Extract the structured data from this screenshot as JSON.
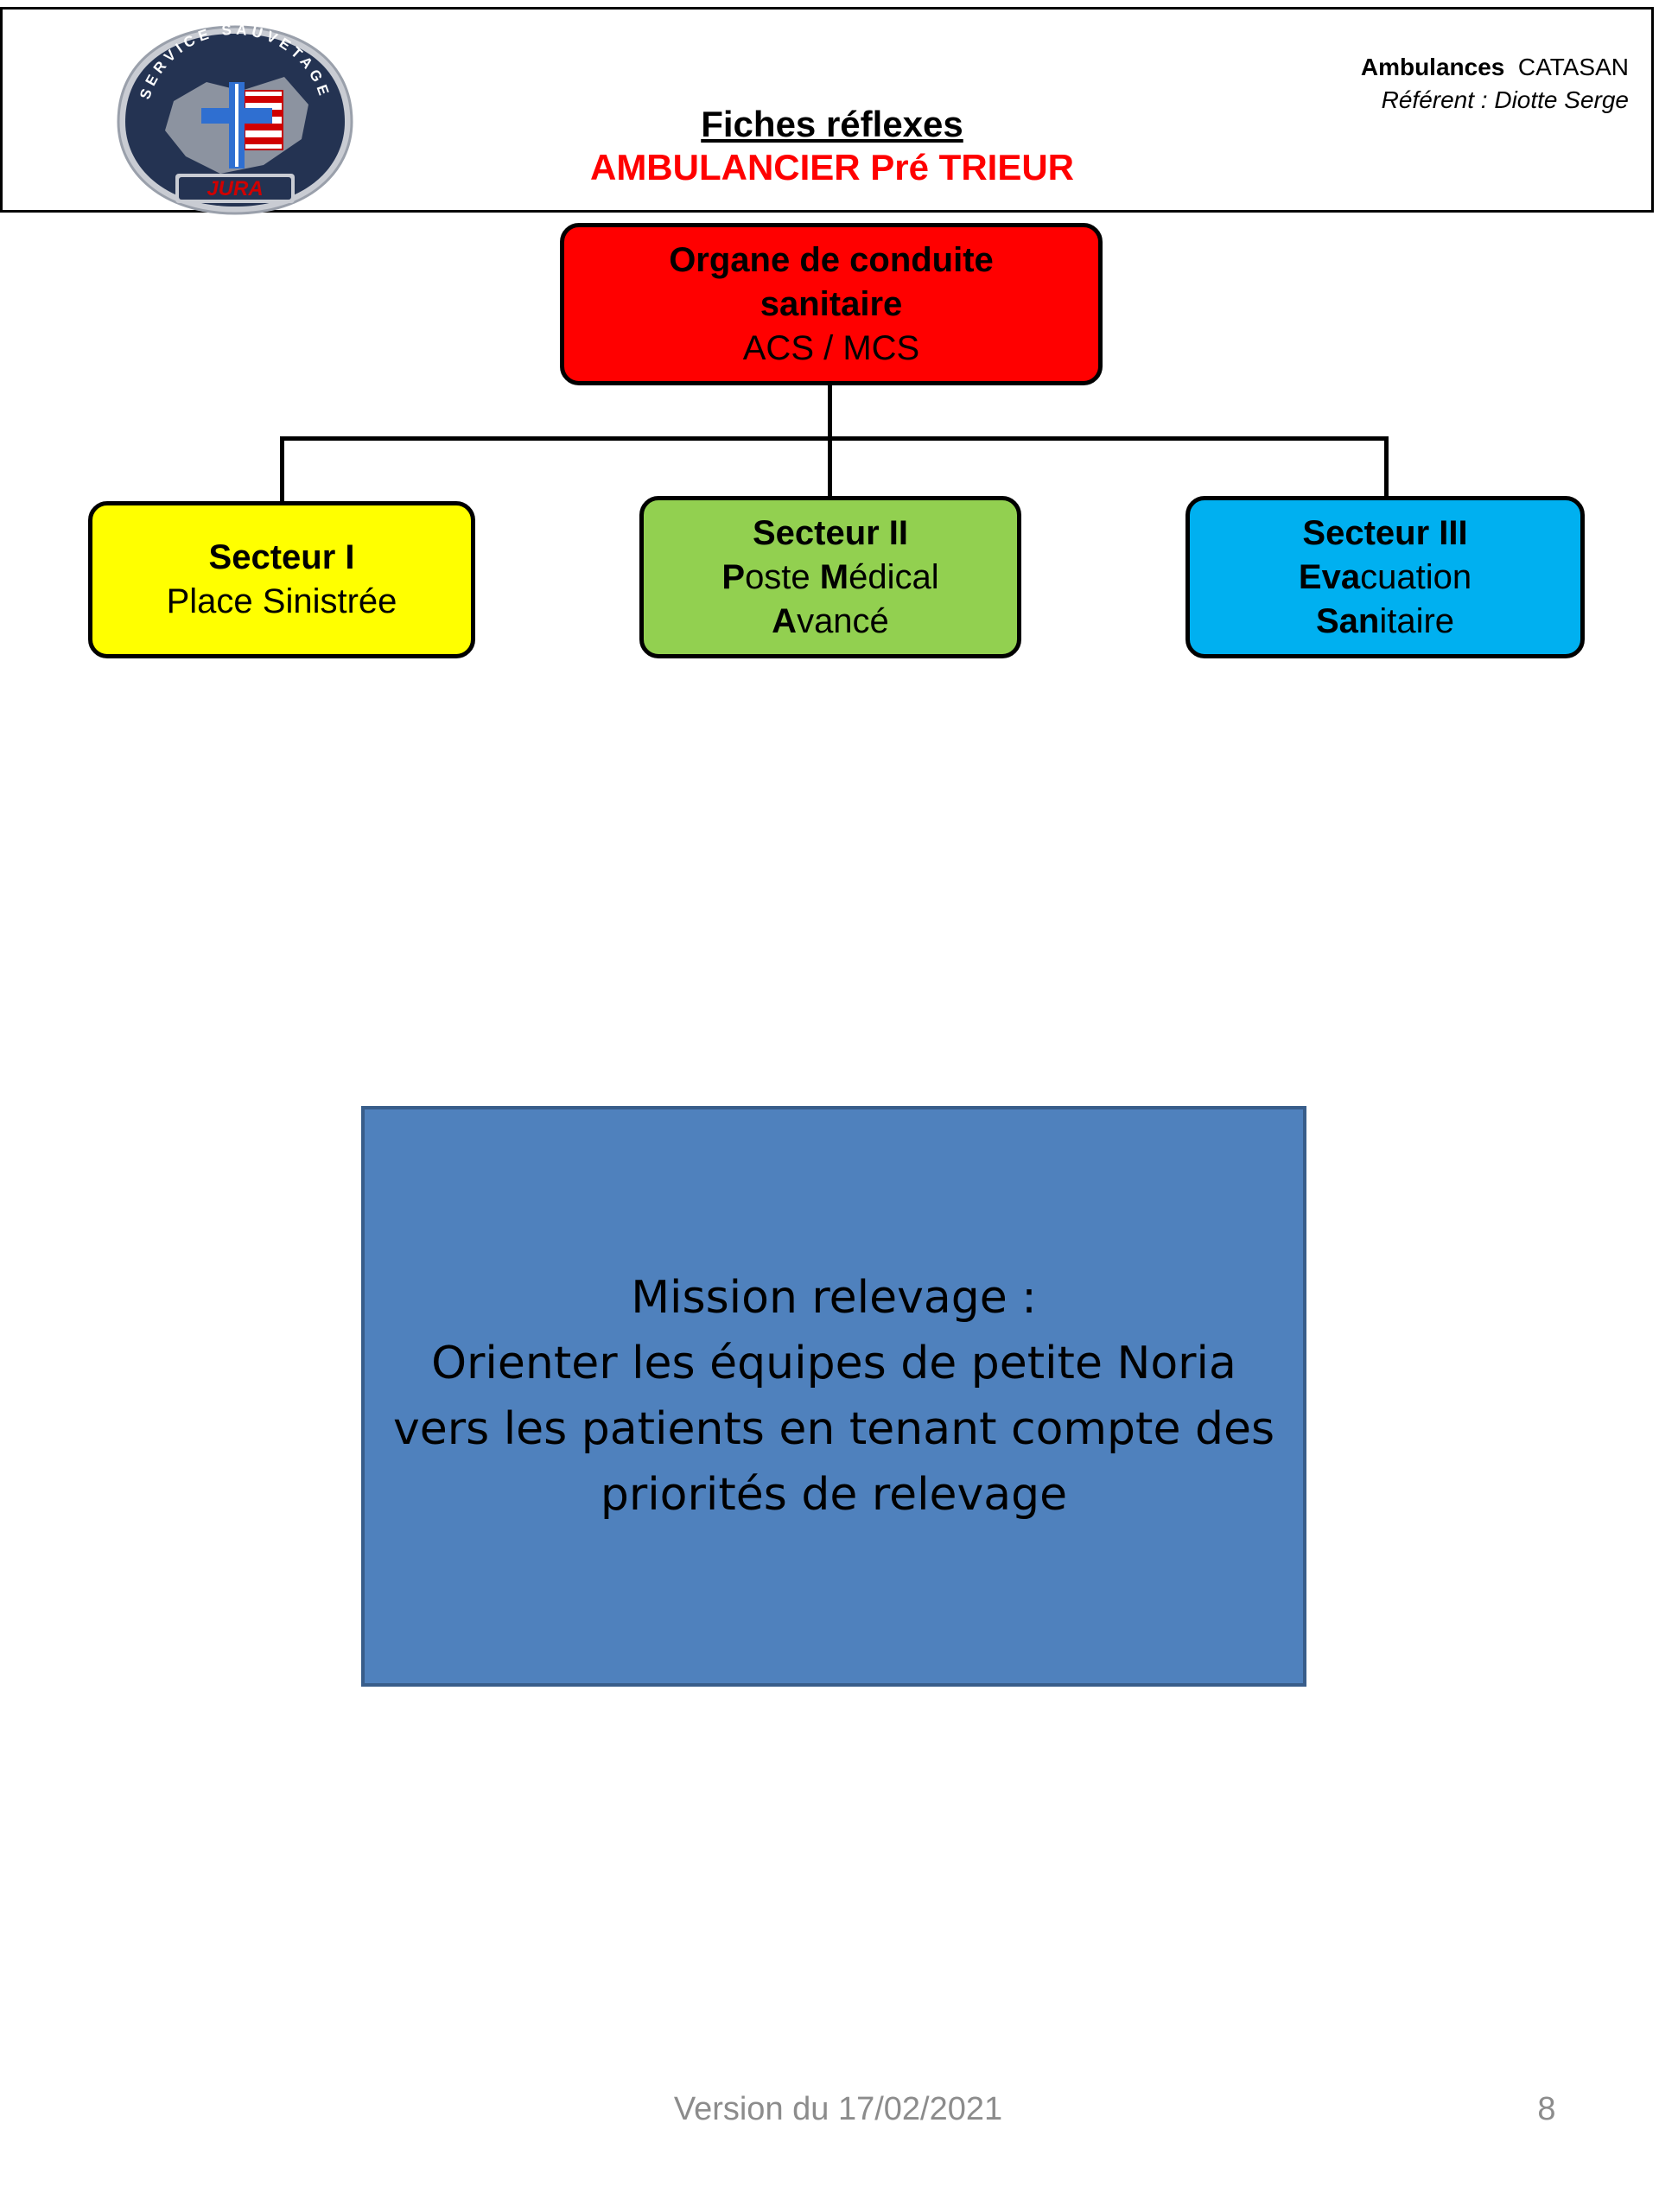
{
  "header": {
    "logo": {
      "top_text": "SERVICE SAUVETAGE",
      "region": "JURA"
    },
    "title": "Fiches réflexes",
    "subtitle": "AMBULANCIER Pré TRIEUR",
    "company_bold": "Ambulances",
    "company_name": "CATASAN",
    "referent": "Référent : Diotte Serge"
  },
  "organigram": {
    "top": {
      "line1": "Organe de conduite",
      "line2": "sanitaire",
      "line3": "ACS / MCS",
      "color": "#ff0000"
    },
    "sectors": [
      {
        "title": "Secteur I",
        "line1": "Place Sinistrée",
        "color": "#ffff00"
      },
      {
        "title": "Secteur II",
        "line1_b1": "P",
        "line1_t1": "oste ",
        "line1_b2": "M",
        "line1_t2": "édical",
        "line2_b": "A",
        "line2_t": "vancé",
        "color": "#92d050"
      },
      {
        "title": "Secteur III",
        "line1_b": "Eva",
        "line1_t": "cuation",
        "line2_b": "San",
        "line2_t": "itaire",
        "color": "#00b0f0"
      }
    ]
  },
  "mission": {
    "line1": "Mission relevage :",
    "line2": "Orienter les équipes de petite Noria",
    "line3": "vers les patients en tenant compte des",
    "line4": "priorités de relevage",
    "color": "#4f81bd"
  },
  "footer": {
    "version": "Version du 17/02/2021",
    "page": "8"
  }
}
